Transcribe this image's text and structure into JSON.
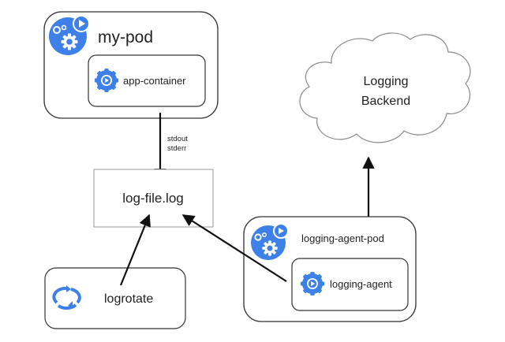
{
  "nodes": {
    "my_pod": {
      "label": "my-pod"
    },
    "app_container": {
      "label": "app-container"
    },
    "log_file": {
      "label": "log-file.log"
    },
    "logging_backend": {
      "line1": "Logging",
      "line2": "Backend"
    },
    "logging_agent_pod": {
      "label": "logging-agent-pod"
    },
    "logging_agent": {
      "label": "logging-agent"
    },
    "logrotate": {
      "label": "logrotate"
    }
  },
  "edges": {
    "stdout_label": "stdout",
    "stderr_label": "stderr"
  },
  "colors": {
    "accent": "#3d80e8",
    "stroke": "#333333"
  }
}
